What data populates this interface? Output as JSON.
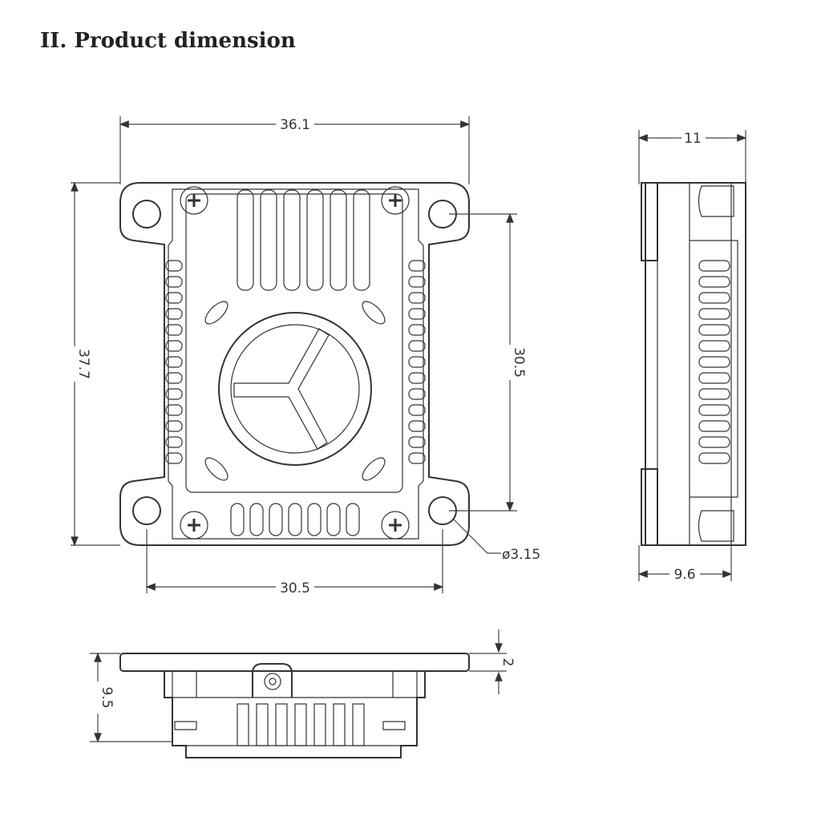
{
  "title": "II. Product dimension",
  "front_view": {
    "width_label": "36.1",
    "height_label": "37.7",
    "hole_spacing_vertical_label": "30.5",
    "hole_spacing_horizontal_label": "30.5",
    "hole_diameter_label": "ø3.15"
  },
  "side_view": {
    "depth_label": "11",
    "body_depth_label": "9.6"
  },
  "bottom_view": {
    "height_label": "9.5",
    "plate_thickness_label": "2"
  },
  "colors": {
    "line": "#333333",
    "background": "#ffffff"
  }
}
